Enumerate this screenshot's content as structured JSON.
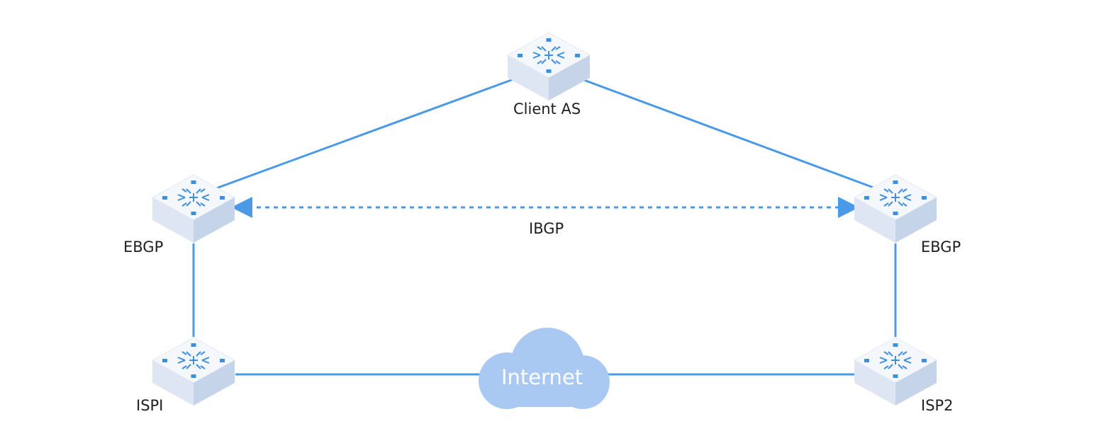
{
  "diagram": {
    "nodes": {
      "client": {
        "label": "Client AS",
        "icon": "router-switch-icon"
      },
      "ebgp_left": {
        "label": "EBGP",
        "icon": "router-switch-icon"
      },
      "ebgp_right": {
        "label": "EBGP",
        "icon": "router-switch-icon"
      },
      "isp1": {
        "label": "ISPI",
        "icon": "router-switch-icon"
      },
      "isp2": {
        "label": "ISP2",
        "icon": "router-switch-icon"
      }
    },
    "cloud": {
      "label": "Internet",
      "icon": "cloud-icon"
    },
    "links": {
      "ibgp_label": "IBGP"
    },
    "colors": {
      "line": "#4a9ae8",
      "cloud": "#a9c9f2",
      "device_top": "#f4f7fb",
      "device_left": "#dde6f2",
      "device_right": "#c5d4e8",
      "device_accent": "#3d8fe0"
    }
  }
}
